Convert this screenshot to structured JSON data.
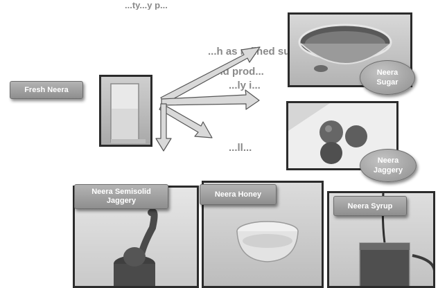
{
  "heading_fragment": "...ty...y p...",
  "background_text": [
    "...h as refined sugar...",
    "...nd prod...",
    "...ly i...",
    "...ll..."
  ],
  "source": {
    "label": "Fresh Neera"
  },
  "products": [
    {
      "line1": "Neera",
      "line2": "Sugar"
    },
    {
      "line1": "Neera",
      "line2": "Jaggery"
    },
    {
      "line1": "Neera Semisolid",
      "line2": "Jaggery"
    },
    {
      "label": "Neera Honey"
    },
    {
      "label": "Neera Syrup"
    }
  ],
  "colors": {
    "label_fill": "#9d9d9d",
    "arrow": "#d8d8d8",
    "photo_border": "#2b2b2b"
  }
}
